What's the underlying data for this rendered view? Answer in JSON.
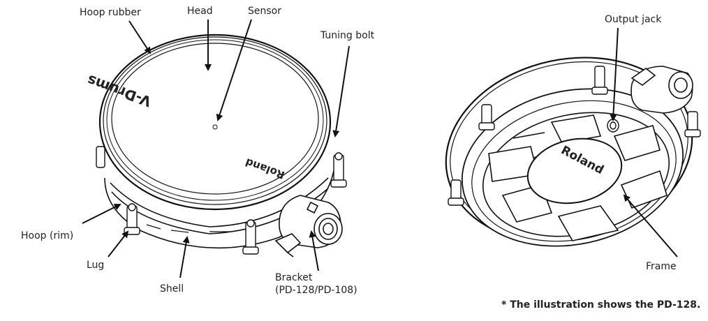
{
  "labels": {
    "hoop_rubber": "Hoop rubber",
    "head": "Head",
    "sensor": "Sensor",
    "tuning_bolt": "Tuning bolt",
    "hoop_rim": "Hoop (rim)",
    "lug": "Lug",
    "shell": "Shell",
    "bracket_line1": "Bracket",
    "bracket_line2": "(PD-128/PD-108)",
    "output_jack": "Output jack",
    "frame": "Frame"
  },
  "note": "* The illustration shows the PD-128.",
  "brand_logo": "Roland",
  "product_logo": "V-Drums"
}
